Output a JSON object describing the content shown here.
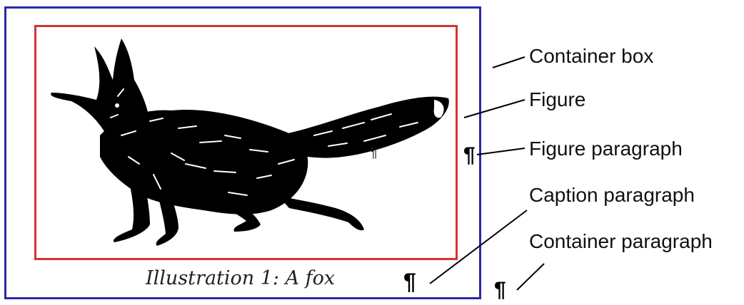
{
  "caption": {
    "text": "Illustration 1: A fox"
  },
  "marks": {
    "paragraph": "¶"
  },
  "labels": {
    "container_box": "Container box",
    "figure": "Figure",
    "figure_paragraph": "Figure paragraph",
    "caption_paragraph": "Caption paragraph",
    "container_paragraph": "Container paragraph"
  },
  "colors": {
    "container_border": "#2a2aa8",
    "figure_border": "#d63333",
    "fox_fill": "#000000"
  },
  "icons": {
    "illustration": "fox-illustration"
  }
}
